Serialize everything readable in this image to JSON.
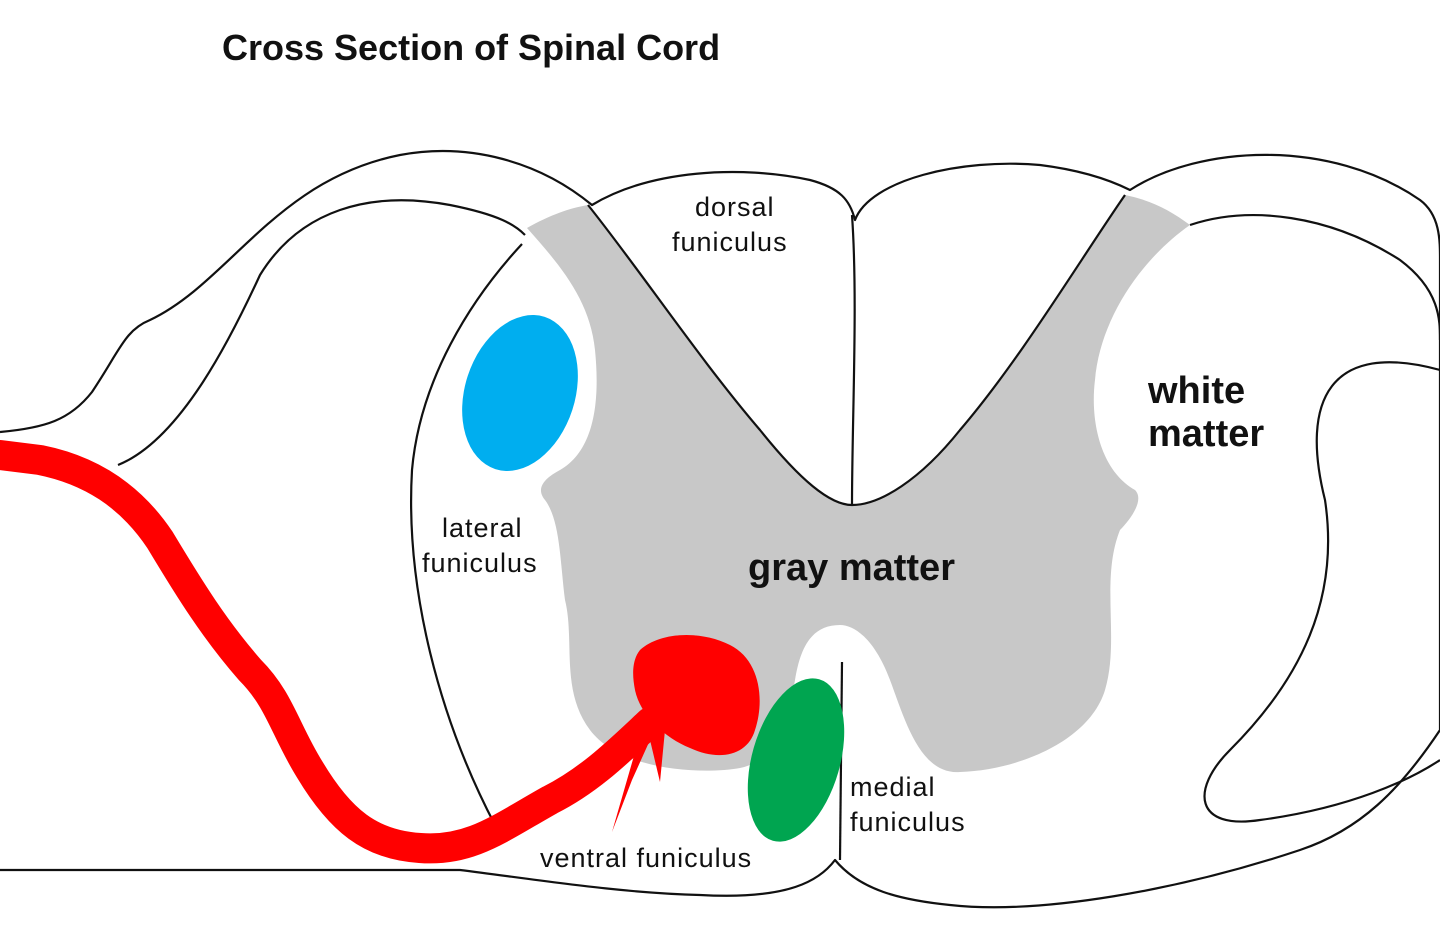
{
  "title": "Cross Section of Spinal Cord",
  "labels": {
    "dorsal_line1": "dorsal",
    "dorsal_line2": "funiculus",
    "lateral_line1": "lateral",
    "lateral_line2": "funiculus",
    "gray_matter": "gray matter",
    "white_line1": "white",
    "white_line2": "matter",
    "medial_line1": "medial",
    "medial_line2": "funiculus",
    "ventral": "ventral funiculus"
  },
  "colors": {
    "gray_matter": "#c8c8c8",
    "blue_tract": "#00aeef",
    "green_tract": "#00a550",
    "red_neuron": "#ff0000",
    "outline": "#111111"
  }
}
